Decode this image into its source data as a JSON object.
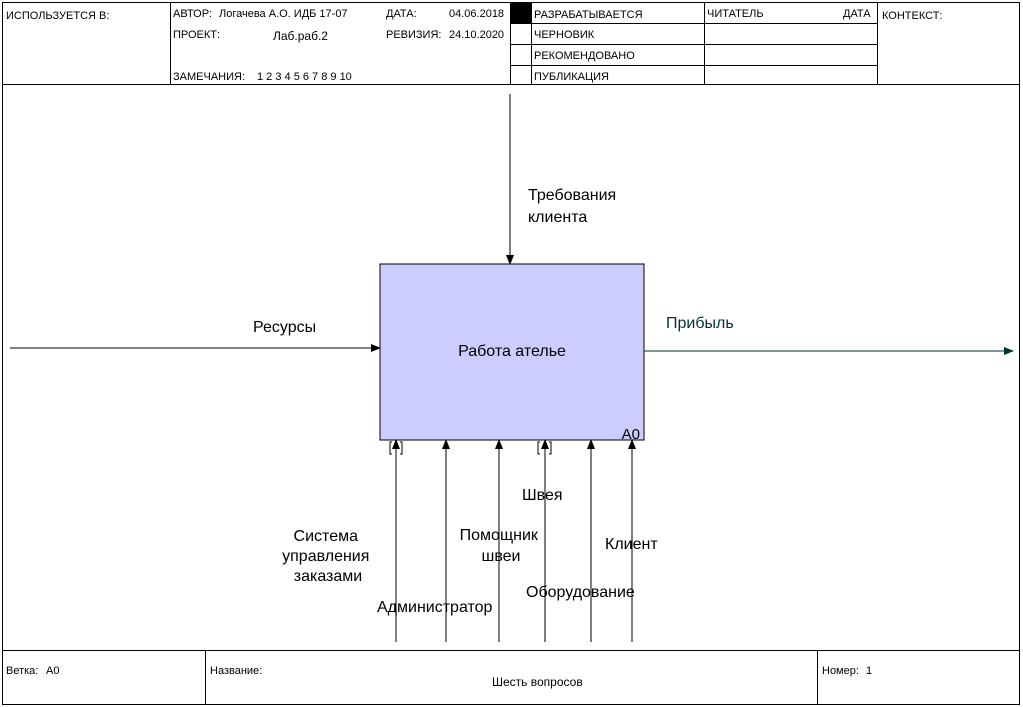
{
  "header": {
    "used_in_label": "ИСПОЛЬЗУЕТСЯ В:",
    "author_label": "АВТОР:",
    "author_value": "Логачева А.О. ИДБ 17-07",
    "date_label": "ДАТА:",
    "date_value": "04.06.2018",
    "project_label": "ПРОЕКТ:",
    "project_value": "Лаб.раб.2",
    "revision_label": "РЕВИЗИЯ:",
    "revision_value": "24.10.2020",
    "notes_label": "ЗАМЕЧАНИЯ:",
    "notes_value": "1 2 3 4 5 6 7 8 9 10",
    "status_rows": [
      "РАЗРАБАТЫВАЕТСЯ",
      "ЧЕРНОВИК",
      "РЕКОМЕНДОВАНО",
      "ПУБЛИКАЦИЯ"
    ],
    "reader_label": "ЧИТАТЕЛЬ",
    "reader_date_label": "ДАТА",
    "context_label": "КОНТЕКСТ:"
  },
  "diagram": {
    "box_label": "Работа ателье",
    "box_id": "A0",
    "box_color": "#ccccff",
    "output_color": "#003333",
    "arrows": {
      "control": "Требования клиента",
      "input": "Ресурсы",
      "output": "Прибыль",
      "mechanisms": [
        "Система управления заказами",
        "Администратор",
        "Помощник швеи",
        "Швея",
        "Оборудование",
        "Клиент"
      ]
    }
  },
  "footer": {
    "node_label": "Ветка:",
    "node_value": "A0",
    "title_label": "Название:",
    "title_value": "Шесть вопросов",
    "number_label": "Номер:",
    "number_value": "1"
  }
}
